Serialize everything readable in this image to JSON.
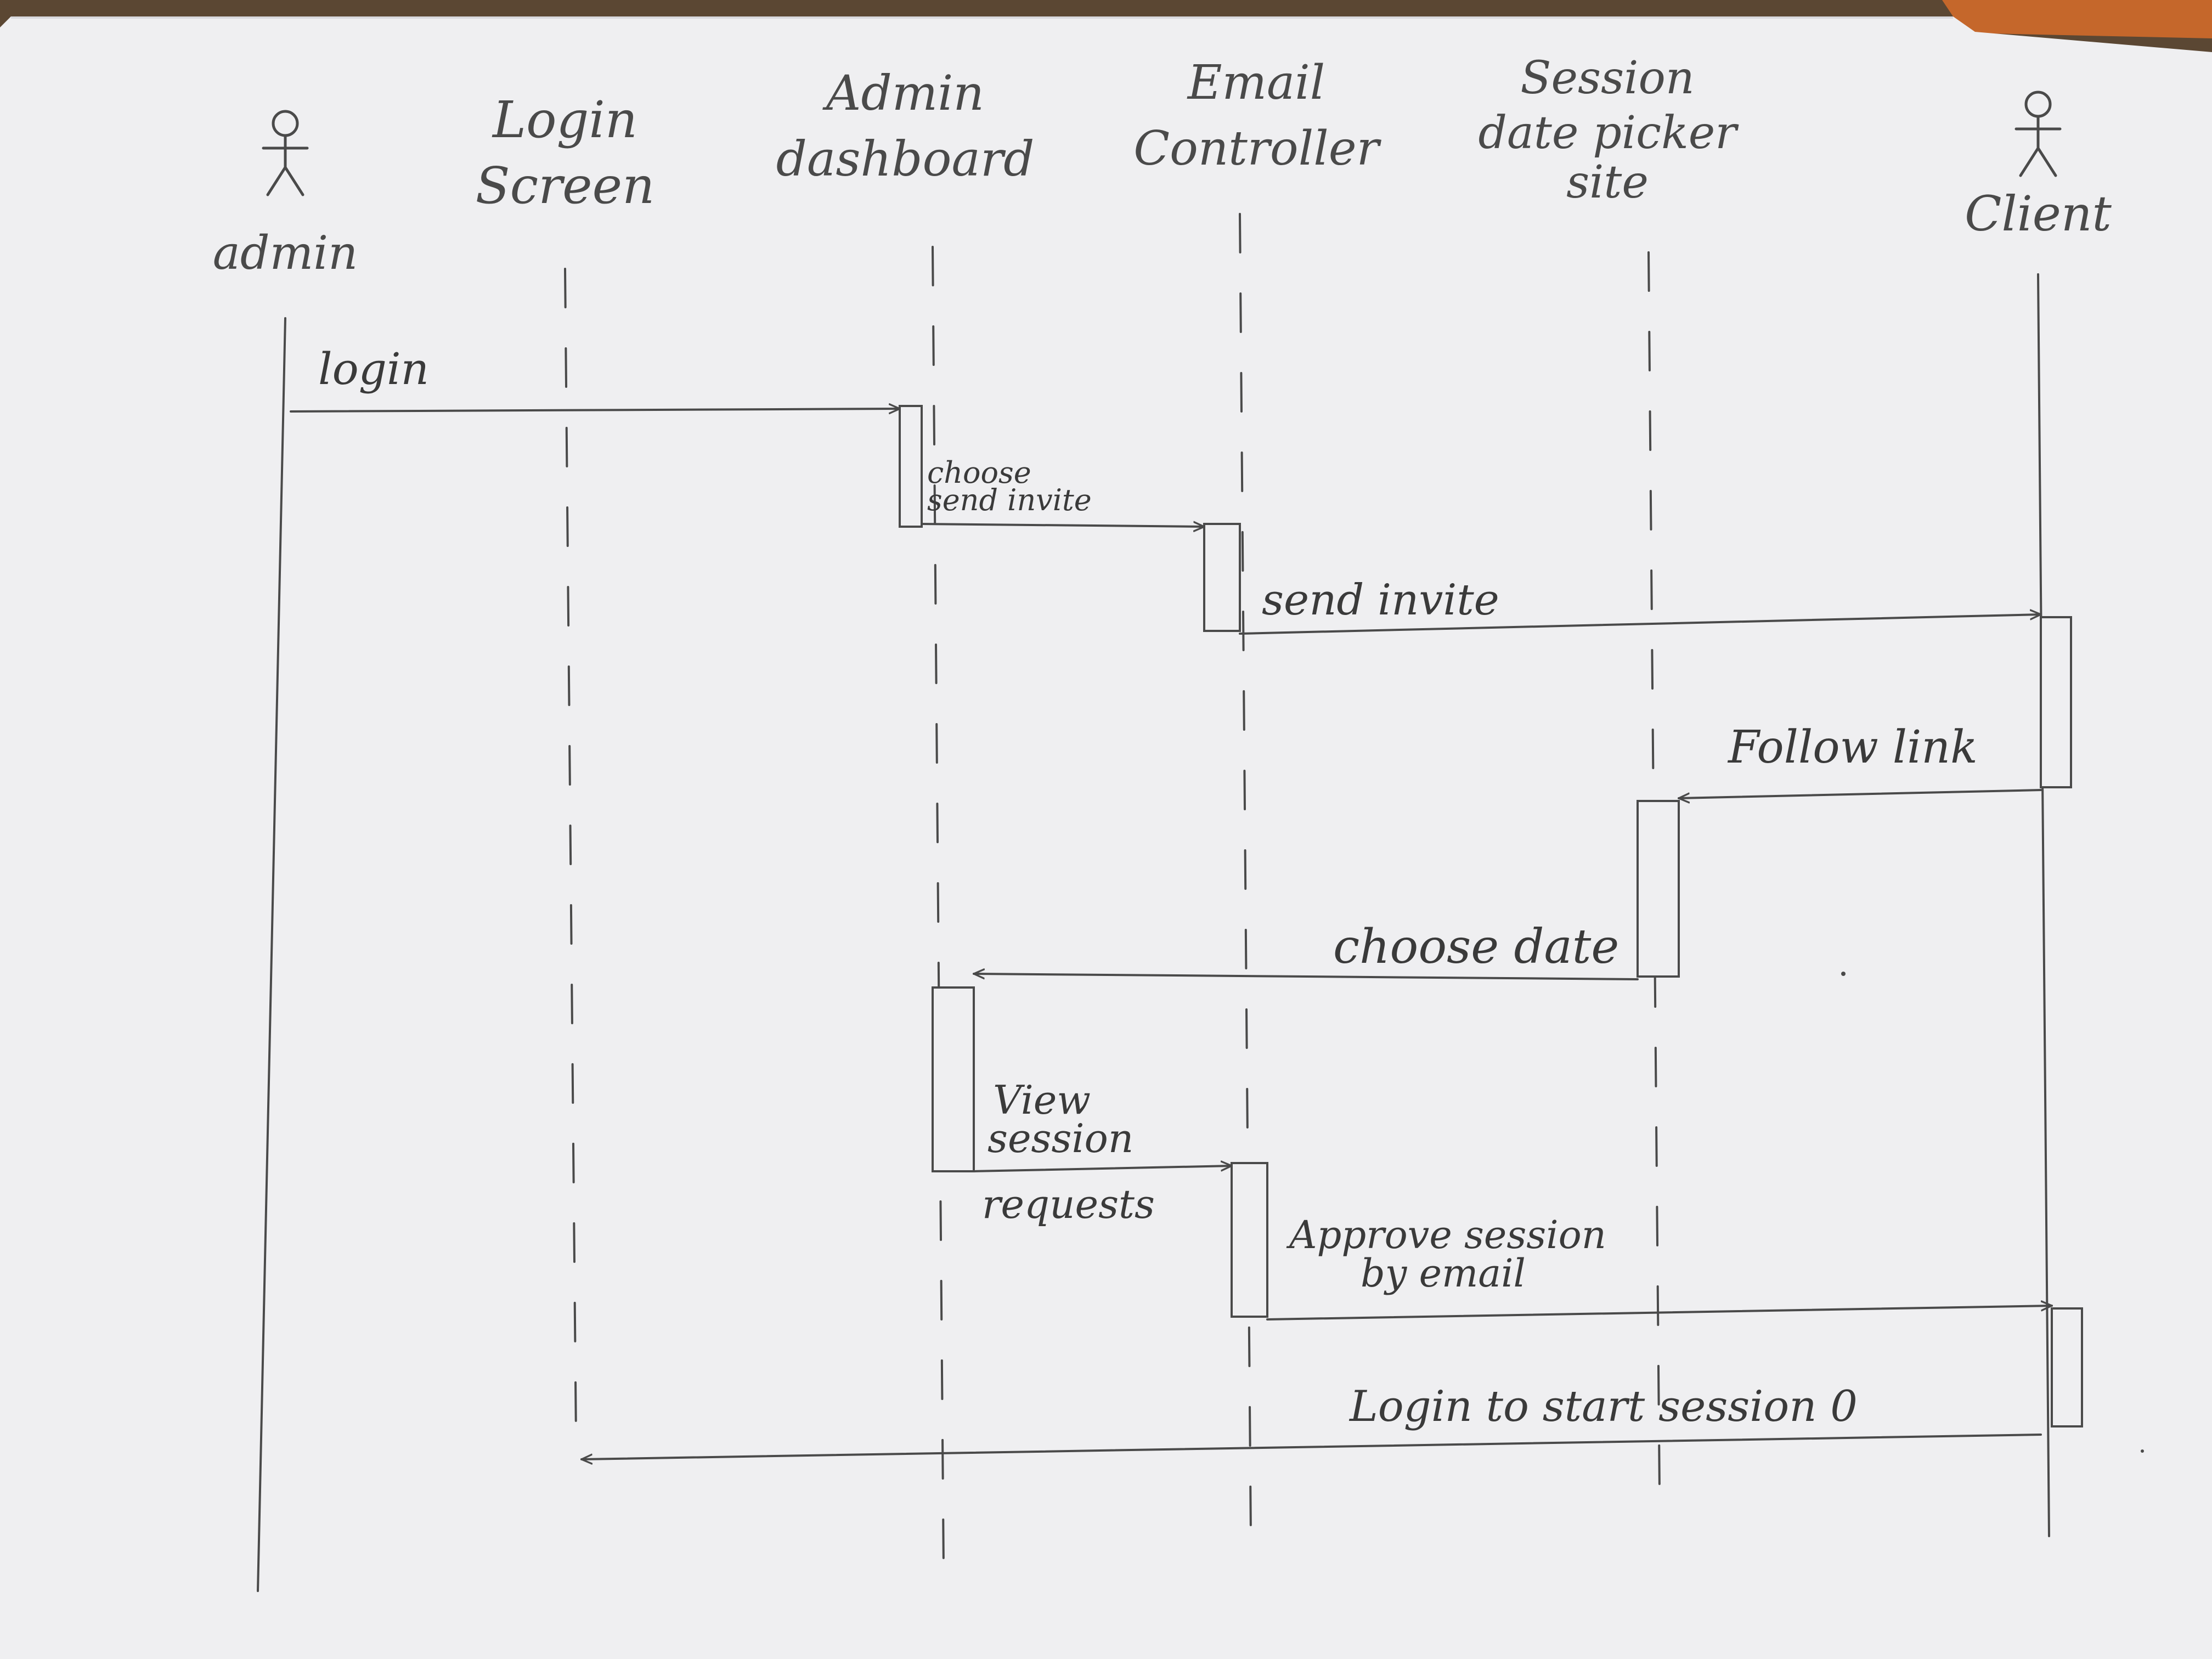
{
  "diagram": {
    "participants": [
      {
        "id": "admin",
        "label_lines": [
          "admin"
        ],
        "kind": "actor"
      },
      {
        "id": "login-screen",
        "label_lines": [
          "Login",
          "Screen"
        ],
        "kind": "object"
      },
      {
        "id": "admin-dashboard",
        "label_lines": [
          "Admin",
          "dashboard"
        ],
        "kind": "object"
      },
      {
        "id": "email-controller",
        "label_lines": [
          "Email",
          "Controller"
        ],
        "kind": "object"
      },
      {
        "id": "session-date-picker-site",
        "label_lines": [
          "Session",
          "date picker",
          "site"
        ],
        "kind": "object"
      },
      {
        "id": "client",
        "label_lines": [
          "Client"
        ],
        "kind": "actor"
      }
    ],
    "messages": [
      {
        "from": "admin",
        "to": "admin-dashboard",
        "label_lines": [
          "login"
        ]
      },
      {
        "from": "admin-dashboard",
        "to": "email-controller",
        "label_lines": [
          "choose",
          "send invite"
        ]
      },
      {
        "from": "email-controller",
        "to": "client",
        "label_lines": [
          "send invite"
        ]
      },
      {
        "from": "client",
        "to": "session-date-picker-site",
        "label_lines": [
          "Follow link"
        ]
      },
      {
        "from": "session-date-picker-site",
        "to": "admin-dashboard",
        "label_lines": [
          "choose date"
        ]
      },
      {
        "from": "admin-dashboard",
        "to": "email-controller",
        "label_lines": [
          "View",
          "session",
          "requests"
        ]
      },
      {
        "from": "email-controller",
        "to": "client",
        "label_lines": [
          "Approve session",
          "by email"
        ]
      },
      {
        "from": "client",
        "to": "login-screen",
        "label_lines": [
          "Login to start session 0"
        ]
      }
    ]
  },
  "colors": {
    "paper": "#efeff1",
    "pencil": "#4a4a4a",
    "background": "#5b4733"
  }
}
